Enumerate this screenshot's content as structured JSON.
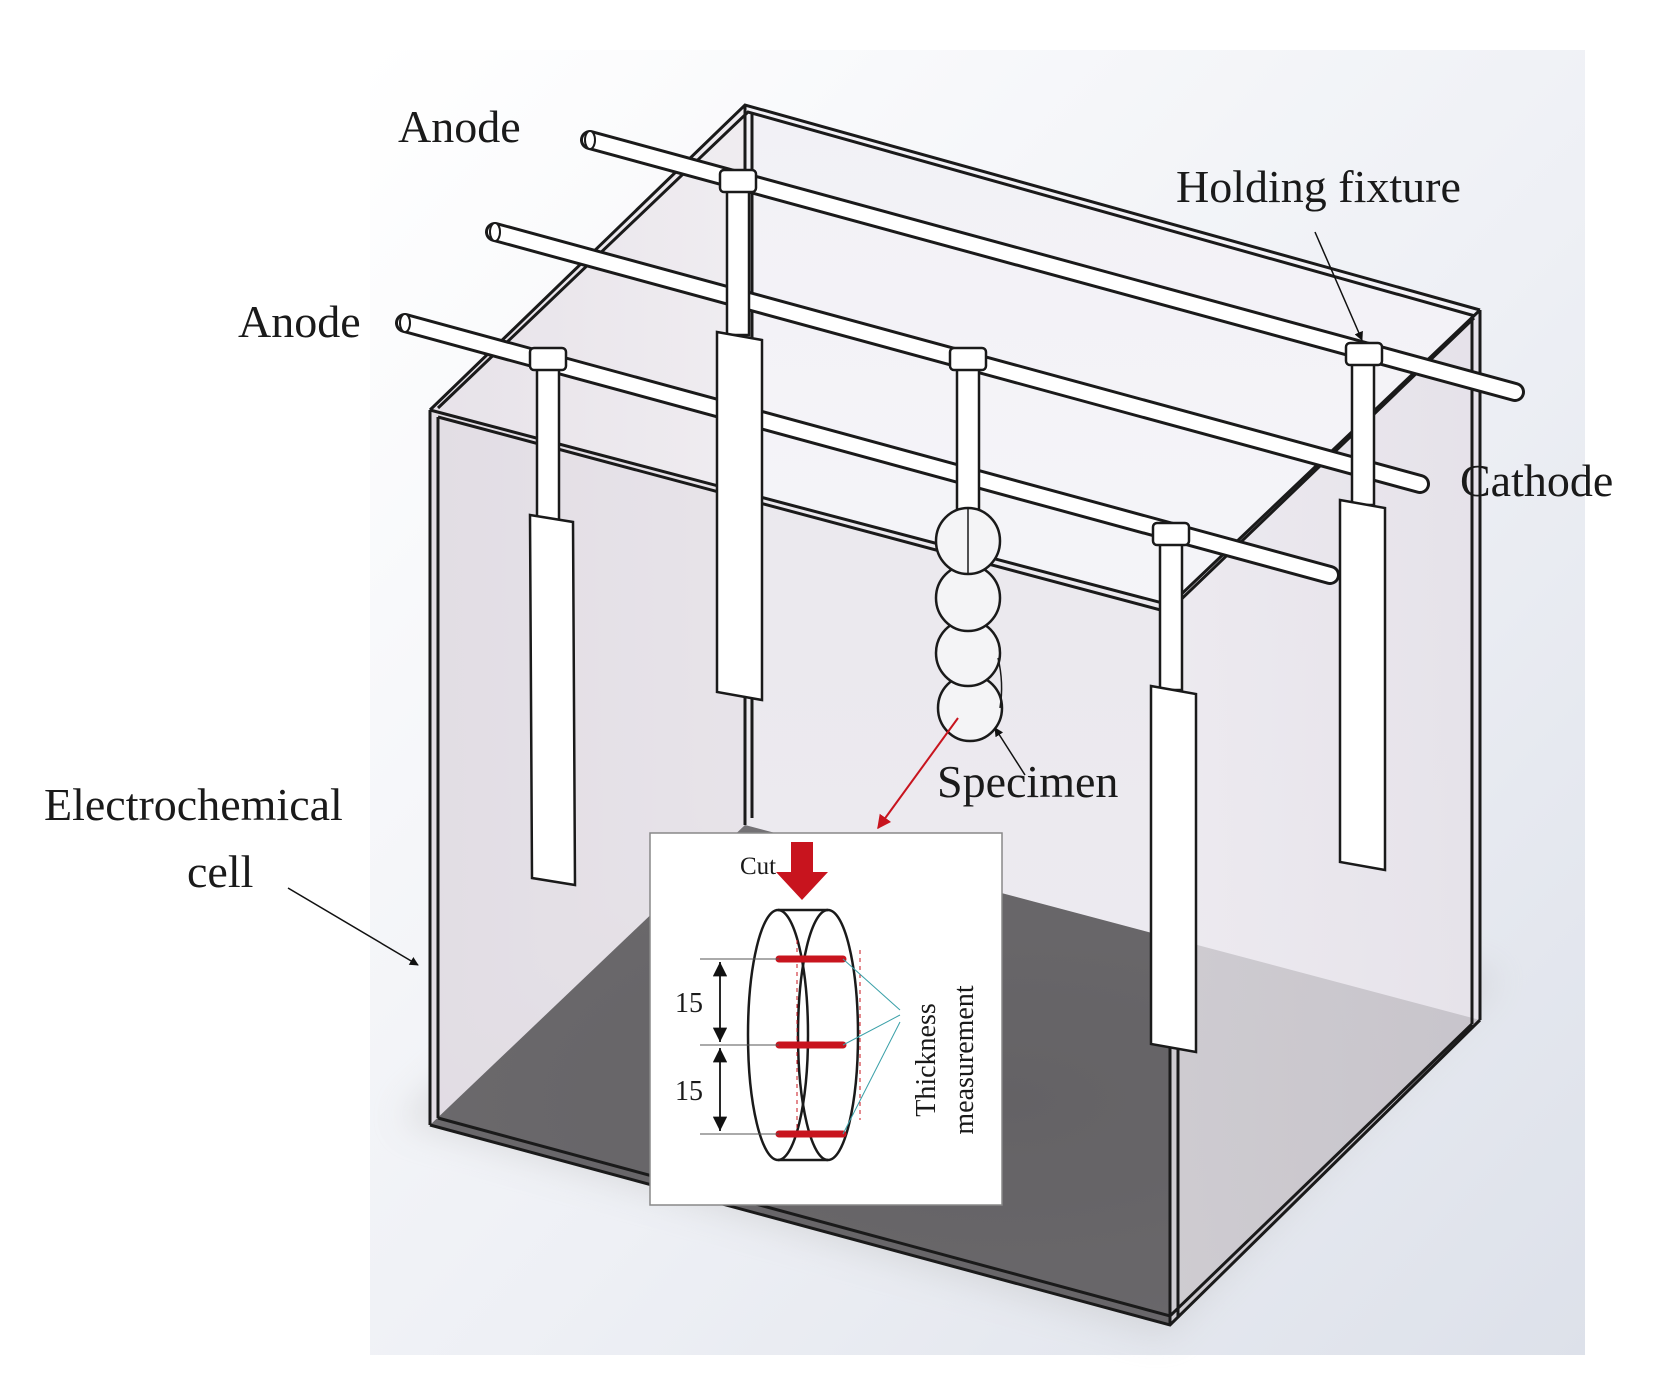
{
  "labels": {
    "anode_top": "Anode",
    "anode_left": "Anode",
    "holding_fixture": "Holding fixture",
    "cathode": "Cathode",
    "specimen": "Specimen",
    "electrochemical_line1": "Electrochemical",
    "electrochemical_line2": "cell"
  },
  "inset": {
    "cut": "Cut",
    "dimension_upper": "15",
    "dimension_lower": "15",
    "thickness_line1": "Thickness",
    "thickness_line2": "measurement"
  },
  "colors": {
    "accent_red": "#c8141e",
    "tank_frame": "#1a1a1a",
    "tank_floor": "#262626",
    "electrode_fill": "#ffffff"
  }
}
